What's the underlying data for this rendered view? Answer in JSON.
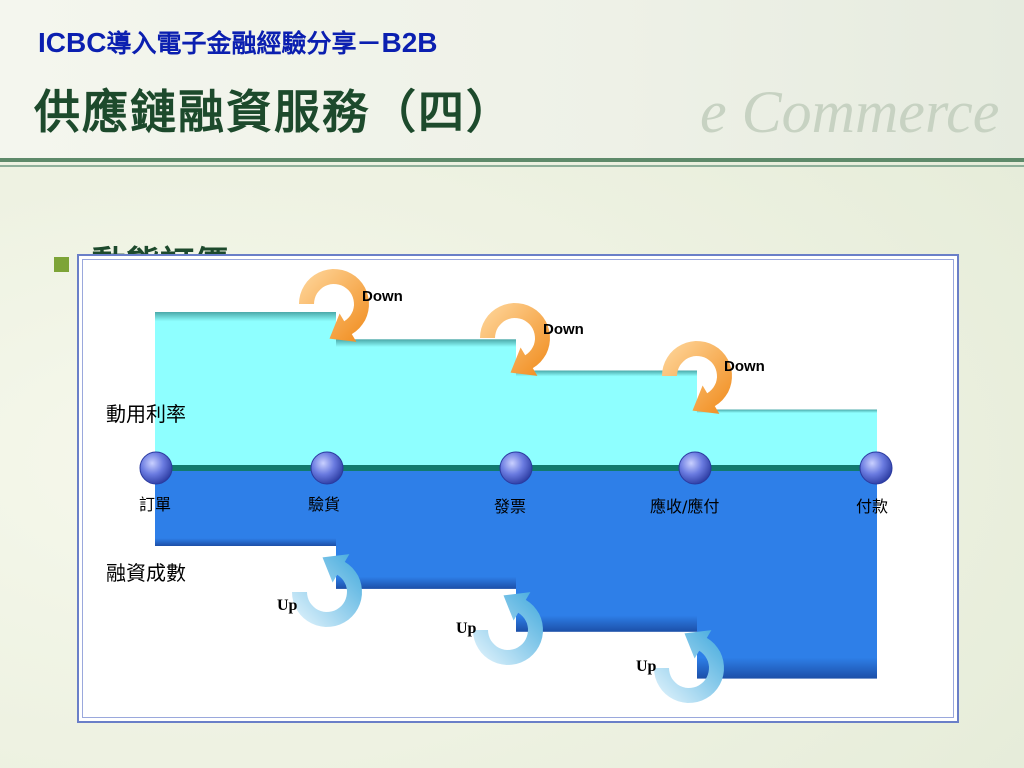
{
  "header": {
    "subtitle_latin": "ICBC",
    "subtitle_cn": "導入電子金融經驗分享－",
    "subtitle_tail": "B2B",
    "title": "供應鏈融資服務（四）",
    "watermark": "e Commerce"
  },
  "bullet": {
    "text": "動態訂價"
  },
  "diagram": {
    "upper_label": "動用利率",
    "lower_label": "融資成數",
    "stages": [
      "訂單",
      "驗貨",
      "發票",
      "應收/應付",
      "付款"
    ],
    "down_label": "Down",
    "up_label": "Up",
    "rate_levels": [
      4,
      3.3,
      2.5,
      1.5
    ],
    "financing_levels": [
      2,
      3.1,
      4.2,
      5.4
    ],
    "colors": {
      "rate_fill": "#8effff",
      "financing_fill": "#2e7fe8",
      "axis": "#117a6e",
      "node": "#5b6fd6",
      "down_arrow": "#f5a643",
      "up_arrow": "#6ec3ea"
    }
  }
}
